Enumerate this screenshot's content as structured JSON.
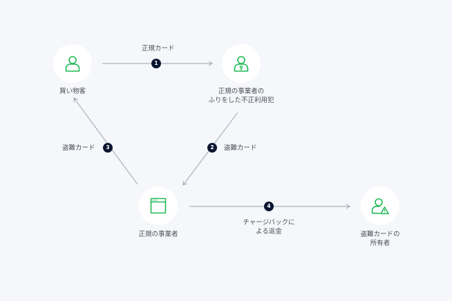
{
  "colors": {
    "background": "#f5f7fa",
    "icon_green": "#1db954",
    "badge_dark": "#0a1630",
    "line_gray": "#9aa3ad",
    "text": "#4a4f57"
  },
  "nodes": {
    "buyer": {
      "icon": "person-icon",
      "label_lines": [
        "買い物客"
      ]
    },
    "fraudster": {
      "icon": "person-with-key-icon",
      "label_lines": [
        "正規の事業者の",
        "ふりをした不正利用犯"
      ]
    },
    "merchant": {
      "icon": "browser-window-icon",
      "label_lines": [
        "正規の事業者"
      ]
    },
    "owner": {
      "icon": "person-with-warning-icon",
      "label_lines": [
        "盗難カードの",
        "所有者"
      ]
    }
  },
  "edges": [
    {
      "step": "1",
      "label_lines": [
        "正規カード"
      ]
    },
    {
      "step": "2",
      "label_lines": [
        "盗難カード"
      ]
    },
    {
      "step": "3",
      "label_lines": [
        "盗難カード"
      ]
    },
    {
      "step": "4",
      "label_lines": [
        "チャージバックに",
        "よる返金"
      ]
    }
  ]
}
